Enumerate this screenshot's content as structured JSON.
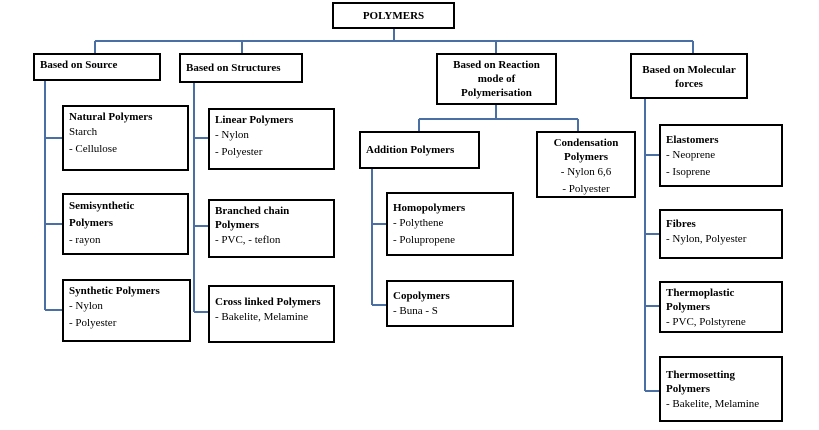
{
  "root": "POLYMERS",
  "categories": [
    {
      "label": "Based on Source",
      "children": [
        {
          "title": "Natural Polymers",
          "items": [
            "Starch",
            "- Cellulose"
          ]
        },
        {
          "title": "Semisynthetic Polymers",
          "items": [
            "- rayon"
          ]
        },
        {
          "title": "Synthetic Polymers",
          "items": [
            "- Nylon",
            "- Polyester"
          ]
        }
      ]
    },
    {
      "label": "Based on Structures",
      "children": [
        {
          "title": "Linear Polymers",
          "items": [
            "- Nylon",
            "- Polyester"
          ]
        },
        {
          "title": "Branched chain Polymers",
          "items": [
            "- PVC, - teflon"
          ]
        },
        {
          "title": "Cross linked Polymers",
          "items": [
            "- Bakelite, Melamine"
          ]
        }
      ]
    },
    {
      "label": "Based on Reaction mode of Polymerisation",
      "sub": [
        {
          "title": "Addition Polymers",
          "children": [
            {
              "title": "Homopolymers",
              "items": [
                "- Polythene",
                "- Polupropene"
              ]
            },
            {
              "title": "Copolymers",
              "items": [
                "- Buna - S"
              ]
            }
          ]
        },
        {
          "title": "Condensation Polymers",
          "items": [
            "- Nylon 6,6",
            "- Polyester"
          ]
        }
      ]
    },
    {
      "label": "Based on Molecular forces",
      "children": [
        {
          "title": "Elastomers",
          "items": [
            "- Neoprene",
            "- Isoprene"
          ]
        },
        {
          "title": "Fibres",
          "items": [
            "- Nylon, Polyester"
          ]
        },
        {
          "title": "Thermoplastic Polymers",
          "items": [
            "- PVC, Polstyrene"
          ]
        },
        {
          "title": "Thermosetting Polymers",
          "items": [
            "- Bakelite, Melamine"
          ]
        }
      ]
    }
  ],
  "colors": {
    "connector": "#4a6fa5",
    "border": "#000000"
  }
}
